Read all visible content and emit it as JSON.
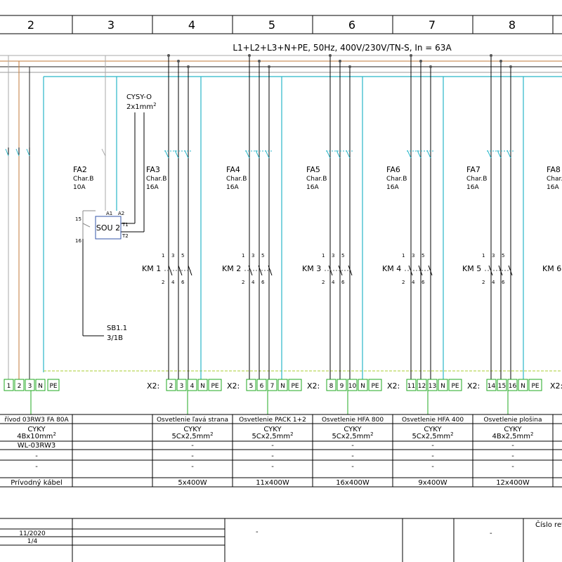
{
  "columns": [
    "2",
    "3",
    "4",
    "5",
    "6",
    "7",
    "8"
  ],
  "supply_label": "L1+L2+L3+N+PE, 50Hz, 400V/230V/TN-S, In = 63A",
  "cable_label": {
    "name": "CYSY-O",
    "size": "2x1mm",
    "sup": "2"
  },
  "breakers": [
    {
      "id": "FA2",
      "char": "Char.B",
      "rating": "10A"
    },
    {
      "id": "FA3",
      "char": "Char.B",
      "rating": "16A"
    },
    {
      "id": "FA4",
      "char": "Char.B",
      "rating": "16A"
    },
    {
      "id": "FA5",
      "char": "Char.B",
      "rating": "16A"
    },
    {
      "id": "FA6",
      "char": "Char.B",
      "rating": "16A"
    },
    {
      "id": "FA7",
      "char": "Char.B",
      "rating": "16A"
    },
    {
      "id": "FA8",
      "char": "Char.B",
      "rating": "16A"
    }
  ],
  "relay": {
    "label": "SOU 2",
    "a1": "A1",
    "a2": "A2",
    "t1": "T1",
    "t2": "T2",
    "p15": "15",
    "p16": "16"
  },
  "switch_ref": {
    "name": "SB1.1",
    "ref": "3/1B"
  },
  "contactors": [
    "KM 1",
    "KM 2",
    "KM 3",
    "KM 4",
    "KM 5",
    "KM 6"
  ],
  "contact_numbers": {
    "top": [
      "1",
      "3",
      "5"
    ],
    "bottom": [
      "2",
      "4",
      "6"
    ]
  },
  "terminal_prefix": "X2:",
  "terminals_main": [
    "1",
    "2",
    "3",
    "N",
    "PE"
  ],
  "terminal_groups": [
    [
      "2",
      "3",
      "4",
      "N",
      "PE"
    ],
    [
      "5",
      "6",
      "7",
      "N",
      "PE"
    ],
    [
      "8",
      "9",
      "10",
      "N",
      "PE"
    ],
    [
      "11",
      "12",
      "13",
      "N",
      "PE"
    ],
    [
      "14",
      "15",
      "16",
      "N",
      "PE"
    ]
  ],
  "table": {
    "rows": [
      [
        "řívod 03RW3 FA 80A",
        "Osvetlenie ľavá strana",
        "Osvetlenie PACK 1+2",
        "Osvetlenie HFA 800",
        "Osvetlenie HFA 400",
        "Osvetlenie plošina"
      ],
      [
        "CYKY",
        "CYKY",
        "CYKY",
        "CYKY",
        "CYKY",
        "CYKY"
      ],
      [
        "4Bx10mm",
        "5Cx2,5mm",
        "5Cx2,5mm",
        "5Cx2,5mm",
        "5Cx2,5mm",
        "4Bx2,5mm"
      ],
      [
        "WL-03RW3",
        "-",
        "-",
        "-",
        "-",
        "-"
      ],
      [
        "-",
        "-",
        "-",
        "-",
        "-",
        "-"
      ],
      [
        "-",
        "-",
        "-",
        "-",
        "-",
        "-"
      ],
      [
        "Prívodný kábel",
        "5x400W",
        "11x400W",
        "16x400W",
        "9x400W",
        "12x400W"
      ]
    ],
    "sup": "2"
  },
  "title_block": {
    "date": "11/2020",
    "sheet": "1/4",
    "dash1": "-",
    "dash2": "-",
    "revision_label": "Číslo rev"
  },
  "colors": {
    "blue_wire": "#29b6c8",
    "green": "#2ecc40",
    "brown_wire": "#c07a3a",
    "grey_wire": "#aaaaaa",
    "terminal_green": "#22aa22"
  }
}
